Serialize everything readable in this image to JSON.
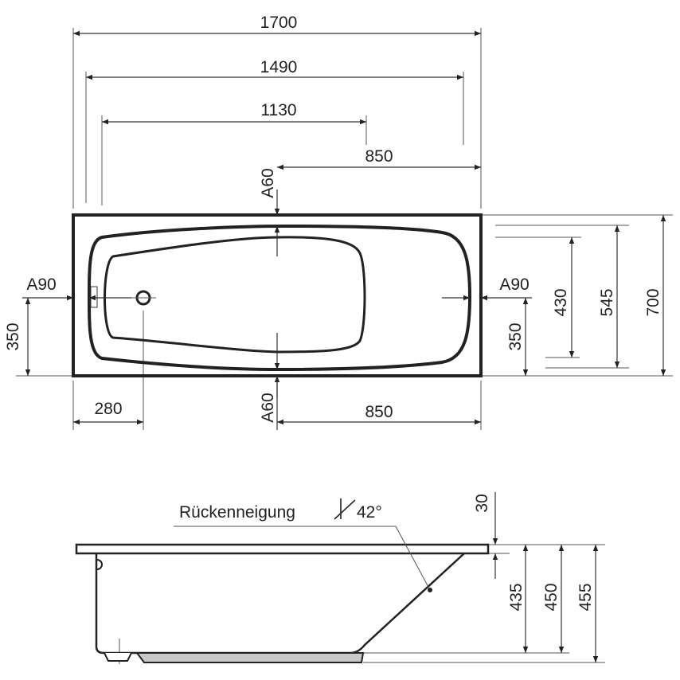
{
  "top_view": {
    "dims": {
      "overall_length": "1700",
      "inner_length_outer": "1490",
      "inner_length_inner": "1130",
      "top_half": "850",
      "bottom_half": "850",
      "drain_offset": "280",
      "left_drain_height": "350",
      "right_drain_height": "350",
      "inner_width": "430",
      "basin_width": "545",
      "overall_width": "700"
    },
    "markers": {
      "a60_top": "A60",
      "a60_bottom": "A60",
      "a90_left": "A90",
      "a90_right": "A90"
    }
  },
  "side_view": {
    "backrest_label": "Rückenneigung",
    "backrest_angle": "42°",
    "dims": {
      "rim_thickness": "30",
      "height_435": "435",
      "height_450": "450",
      "height_455": "455"
    }
  }
}
